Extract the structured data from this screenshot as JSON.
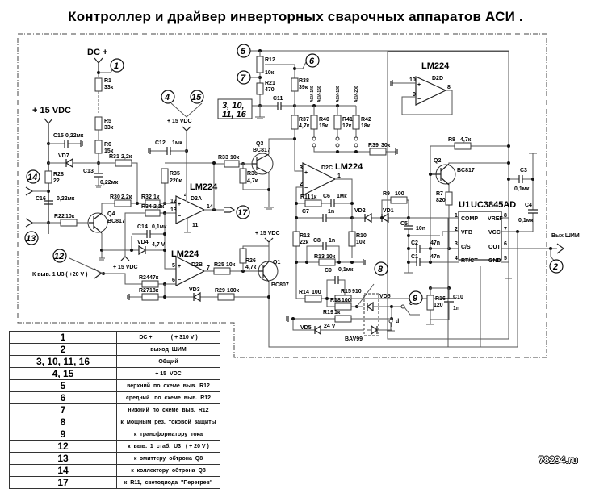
{
  "title": "Контроллер и драйвер инверторных сварочных аппаратов АСИ .",
  "watermark": "78294.ru",
  "labels": {
    "dc_plus": "DC +",
    "vdc15_left": "+ 15 VDC",
    "vdc15_top": "+ 15 VDC",
    "vdc15_mid": "+ 15 VDC",
    "vdc15_q1": "+ 15 VDC",
    "k_u3": "К выв. 1  U3  ( +20 V )",
    "vyh_shim": "Вых ШИМ",
    "common_box_line1": "3,  10,",
    "common_box_line2": "11,  16",
    "pin_c": "c",
    "pin_d": "d"
  },
  "connectors": [
    "1",
    "2",
    "4",
    "5",
    "6",
    "7",
    "8",
    "9",
    "12",
    "13",
    "14",
    "15",
    "17"
  ],
  "components": {
    "R1": [
      "R1",
      "33к"
    ],
    "R5": [
      "R5",
      "33к"
    ],
    "R6": [
      "R6",
      "15к"
    ],
    "C15": [
      "C15",
      "0,22мк"
    ],
    "VD7": [
      "VD7",
      ""
    ],
    "C13": [
      "C13",
      "0,22мк"
    ],
    "R28": [
      "R28",
      "22"
    ],
    "C16": [
      "C16",
      "0,22мк"
    ],
    "R22": [
      "R22",
      "10к"
    ],
    "Q4": [
      "Q4",
      "BC817"
    ],
    "R31": [
      "R31",
      "2,2к"
    ],
    "R30": [
      "R30",
      "2,2к"
    ],
    "R32": [
      "R32",
      "1к"
    ],
    "R34": [
      "R34",
      "2,2к"
    ],
    "C14": [
      "C14",
      "0,1мк"
    ],
    "VD4": [
      "VD4",
      "4,7 V"
    ],
    "R35": [
      "R35",
      "220к"
    ],
    "C12": [
      "C12",
      "1мк"
    ],
    "D2A": [
      "D2A",
      "LM224"
    ],
    "D2B": [
      "D2B",
      "LM224"
    ],
    "D2C": [
      "D2C",
      "LM224"
    ],
    "D2D": [
      "D2D",
      "LM224"
    ],
    "R33": [
      "R33",
      "10к"
    ],
    "R36": [
      "R36",
      "4,7к"
    ],
    "Q3": [
      "Q3",
      "BC817"
    ],
    "R24": [
      "R24",
      "47к"
    ],
    "R27": [
      "R27",
      "18к"
    ],
    "VD3": [
      "VD3",
      ""
    ],
    "R25": [
      "R25",
      "10к"
    ],
    "R26": [
      "R26",
      "4,7к"
    ],
    "R29": [
      "R29",
      "100к"
    ],
    "Q1": [
      "Q1",
      "BC807"
    ],
    "R12": [
      "R12",
      "10к"
    ],
    "R21": [
      "R21",
      "470"
    ],
    "R38": [
      "R38",
      "39к"
    ],
    "C11": [
      "C11",
      ""
    ],
    "R37": [
      "R37",
      "4,7к"
    ],
    "R40": [
      "R40",
      "15к"
    ],
    "R41": [
      "R41",
      "12к"
    ],
    "R42": [
      "R42",
      "18к"
    ],
    "R39": [
      "R39",
      "30к"
    ],
    "R11": [
      "R11",
      "1к"
    ],
    "C6": [
      "C6",
      "1мк"
    ],
    "C7": [
      "C7",
      "1n"
    ],
    "R12b": [
      "R12",
      "22к"
    ],
    "C8": [
      "C8",
      "1n"
    ],
    "R13": [
      "R13",
      "10к"
    ],
    "R10": [
      "R10",
      "10к"
    ],
    "C9": [
      "C9",
      "0,1мк"
    ],
    "R14": [
      "R14",
      "100"
    ],
    "R15": [
      "R15",
      "910"
    ],
    "R18": [
      "R18",
      "100"
    ],
    "R19": [
      "R19",
      "1к"
    ],
    "VD5z": [
      "VD5",
      "24 V"
    ],
    "VD5": [
      "VD5",
      "BAV99"
    ],
    "VD2": [
      "VD2",
      ""
    ],
    "VD1": [
      "VD1",
      ""
    ],
    "R9": [
      "R9",
      "100"
    ],
    "C5": [
      "C5",
      "10n"
    ],
    "C2": [
      "C2",
      "47n"
    ],
    "C1": [
      "C1",
      "47n"
    ],
    "R16": [
      "R16",
      "120"
    ],
    "C10": [
      "C10",
      "1n"
    ],
    "R8": [
      "R8",
      "4,7к"
    ],
    "Q2": [
      "Q2",
      "BC817"
    ],
    "R7": [
      "R7",
      "820"
    ],
    "C3": [
      "C3",
      "0,1мк"
    ],
    "C4": [
      "C4",
      "0,1мк"
    ],
    "U1": [
      "U1",
      "UC3845AD"
    ]
  },
  "asi_labels": [
    "АСИ-140",
    "АСИ-160",
    "АСИ-180",
    "АСИ-200"
  ],
  "u1_pins": {
    "left": [
      [
        "1",
        "COMP"
      ],
      [
        "2",
        "VFB"
      ],
      [
        "3",
        "C/S"
      ],
      [
        "4",
        "RT/CT"
      ]
    ],
    "right": [
      [
        "8",
        "VREF"
      ],
      [
        "7",
        "VCC"
      ],
      [
        "6",
        "OUT"
      ],
      [
        "5",
        "GND"
      ]
    ]
  },
  "opamp_pins": {
    "D2A": [
      "12",
      "13",
      "14",
      "4",
      "11"
    ],
    "D2B": [
      "5",
      "6",
      "7"
    ],
    "D2C": [
      "3",
      "2",
      "1"
    ],
    "D2D": [
      "10",
      "9",
      "8"
    ]
  },
  "legend": [
    [
      "1",
      "DC +            ( + 310 V )"
    ],
    [
      "2",
      "выход  ШИМ"
    ],
    [
      "3,  10,  11,  16",
      "Общий"
    ],
    [
      "4,  15",
      "+ 15  VDC"
    ],
    [
      "5",
      "верхний  по  схеме  выв.  R12"
    ],
    [
      "6",
      "средний   по  схеме  выв.  R12"
    ],
    [
      "7",
      "нижний  по  схеме  выв.  R12"
    ],
    [
      "8",
      "к  мощным  рез.  токовой  защиты"
    ],
    [
      "9",
      "к  трансформатору  тока"
    ],
    [
      "12",
      "к  выв.  1  стаб.  U3   ( + 20 V )"
    ],
    [
      "13",
      "к  эмиттеру  обтрона  Q8"
    ],
    [
      "14",
      "к  коллектору  обтрона  Q8"
    ],
    [
      "17",
      "к  R11,  светодиода  \"Перегрев\""
    ]
  ]
}
